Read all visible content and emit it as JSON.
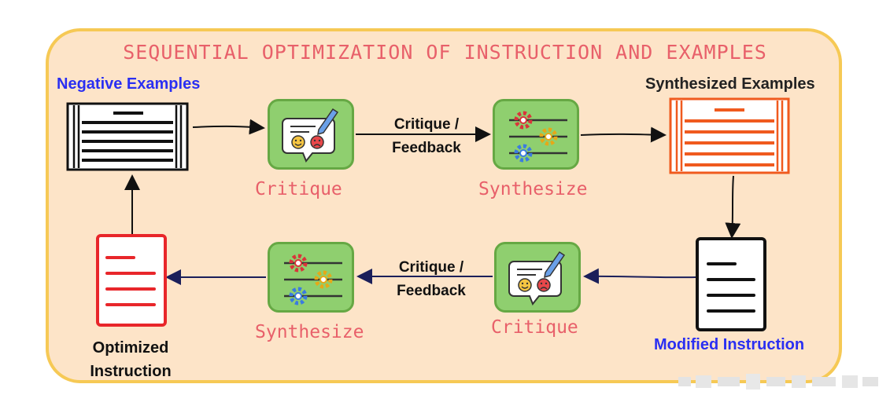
{
  "title": "SEQUENTIAL OPTIMIZATION OF INSTRUCTION AND EXAMPLES",
  "labels": {
    "negative_examples": "Negative Examples",
    "synthesized_examples": "Synthesized Examples",
    "modified_instruction": "Modified Instruction",
    "optimized_instruction_line1": "Optimized",
    "optimized_instruction_line2": "Instruction"
  },
  "edges": {
    "top_line1": "Critique /",
    "top_line2": "Feedback",
    "bottom_line1": "Critique /",
    "bottom_line2": "Feedback"
  },
  "steps": {
    "top_critique": "Critique",
    "top_synthesize": "Synthesize",
    "bottom_critique": "Critique",
    "bottom_synthesize": "Synthesize"
  },
  "colors": {
    "panel_fill": "#fde4c8",
    "panel_border": "#f6c955",
    "title": "#e8606a",
    "blue_label": "#2a2ff2",
    "tile_fill": "#8fcf6f",
    "synth_examples": "#f05a1e",
    "optimized_instruction": "#e8262a",
    "arrow_dark": "#1b1f5a"
  },
  "icons": {
    "critique": "critique-speech-bubble-icon",
    "synthesize": "gear-sliders-icon"
  }
}
